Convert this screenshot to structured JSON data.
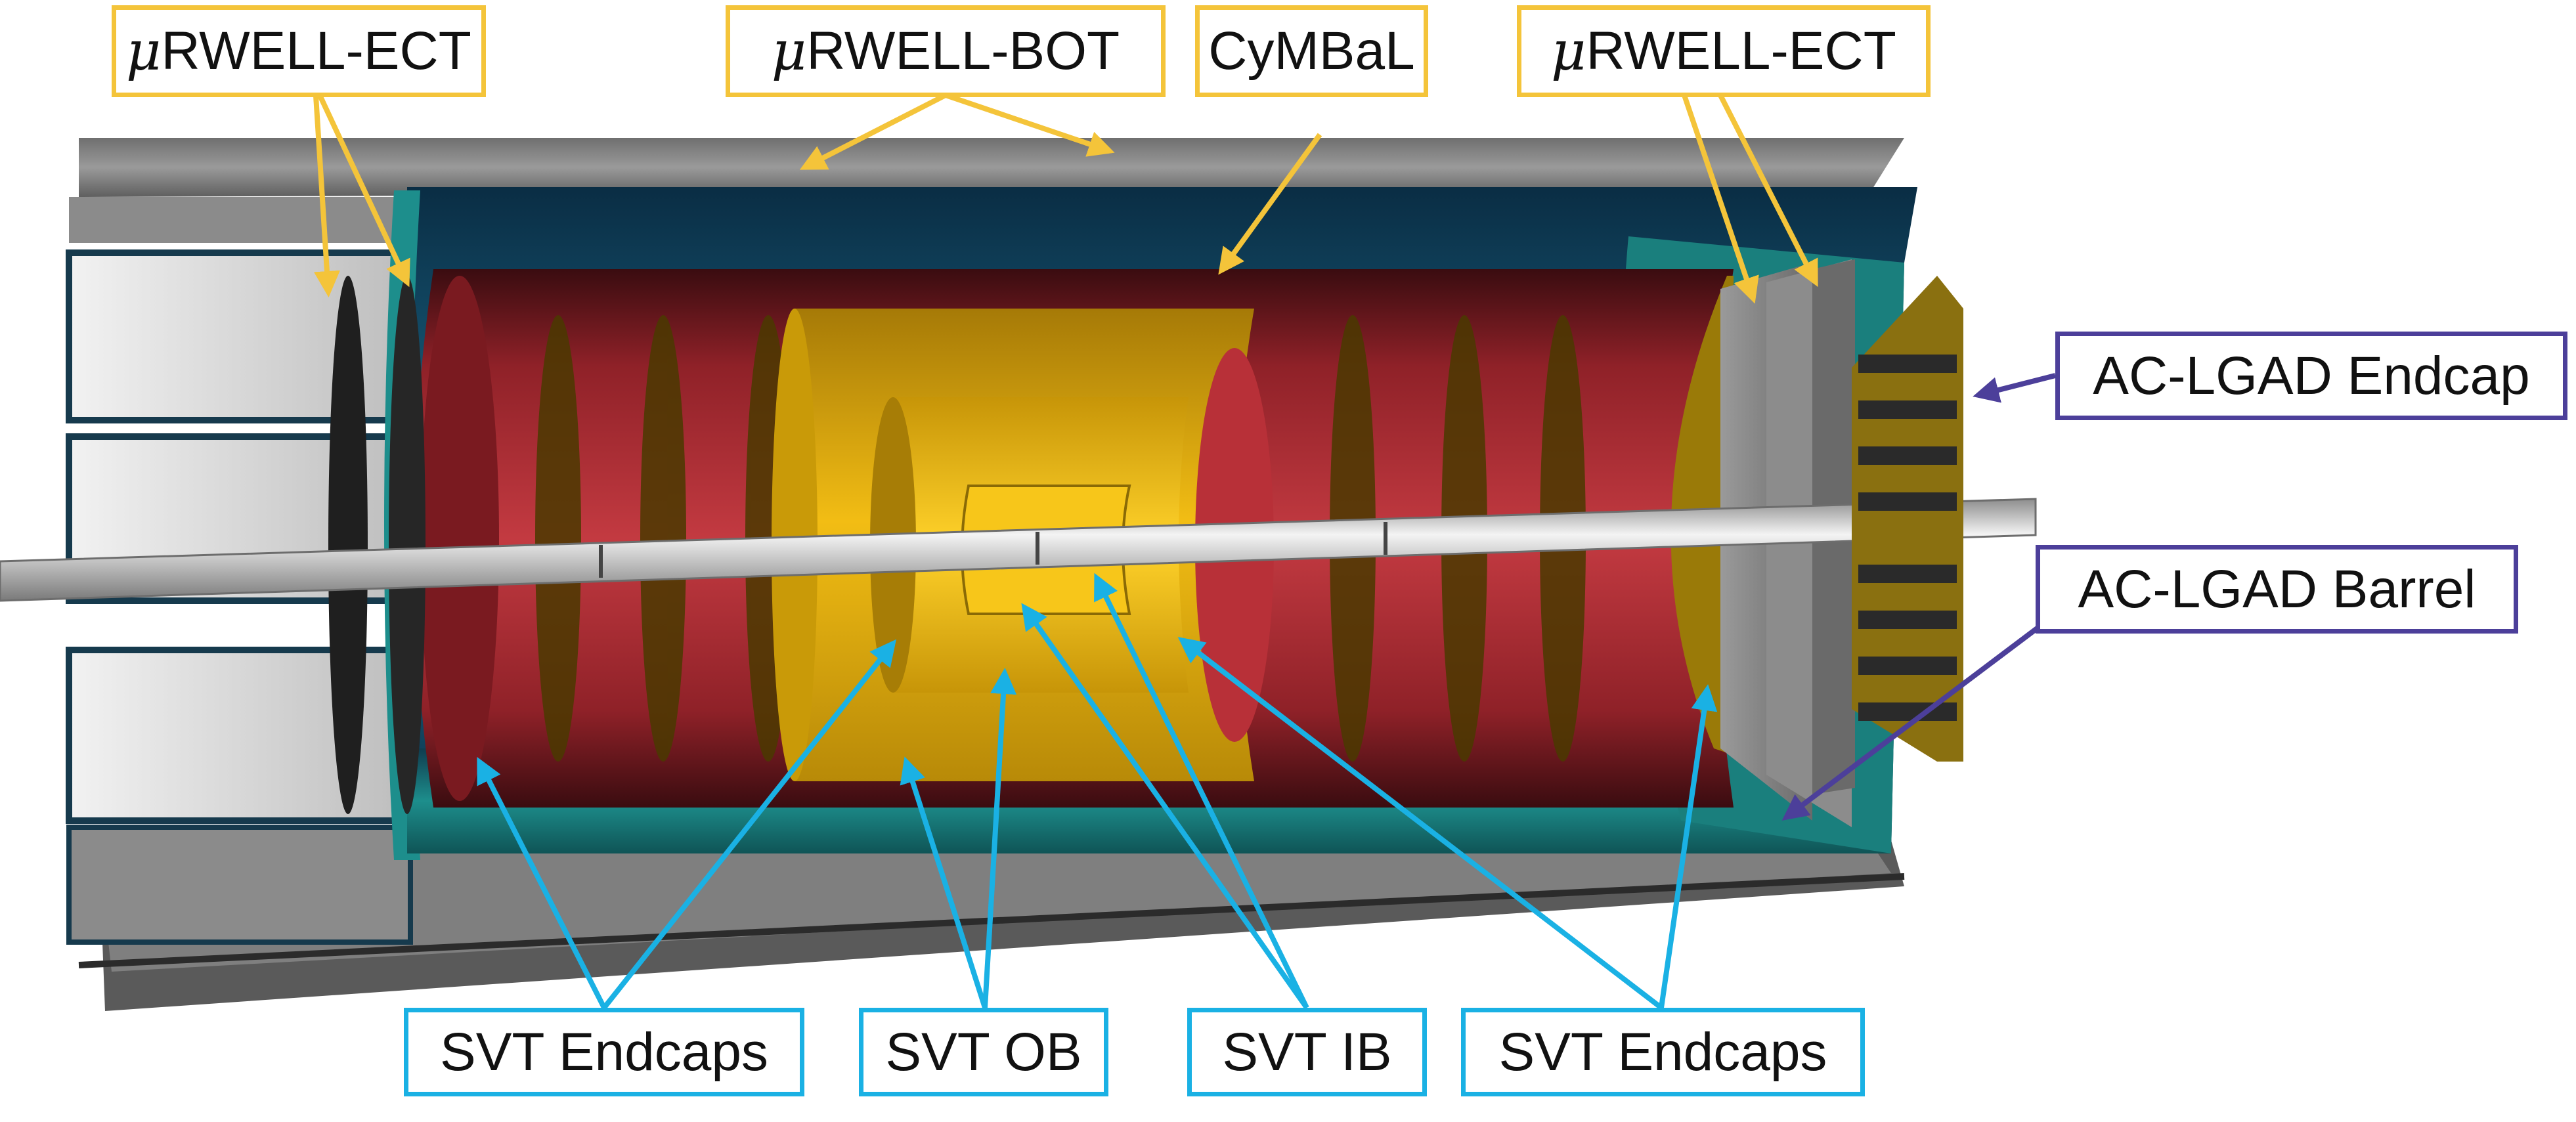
{
  "colors": {
    "callout_yellow": "#f4c43a",
    "callout_blue": "#1ab1e4",
    "callout_purple": "#4c3f9a",
    "inner_barrel_red": "#b8343c",
    "silicon_gold": "#e6b20e",
    "barrel_teal": "#1d8e8c",
    "outer_gray": "#8a8a8a",
    "beam_pipe": "#cfcfcf"
  },
  "labels": {
    "urwell_ect_left": {
      "prefix": "μ",
      "text": "RWELL-ECT"
    },
    "urwell_bot": {
      "prefix": "μ",
      "text": "RWELL-BOT"
    },
    "cymbal": {
      "text": "CyMBaL"
    },
    "urwell_ect_right": {
      "prefix": "μ",
      "text": "RWELL-ECT"
    },
    "aclgad_endcap": {
      "text": "AC-LGAD Endcap"
    },
    "aclgad_barrel": {
      "text": "AC-LGAD Barrel"
    },
    "svt_endcaps_left": {
      "text": "SVT Endcaps"
    },
    "svt_ob": {
      "text": "SVT OB"
    },
    "svt_ib": {
      "text": "SVT IB"
    },
    "svt_endcaps_right": {
      "text": "SVT Endcaps"
    }
  }
}
